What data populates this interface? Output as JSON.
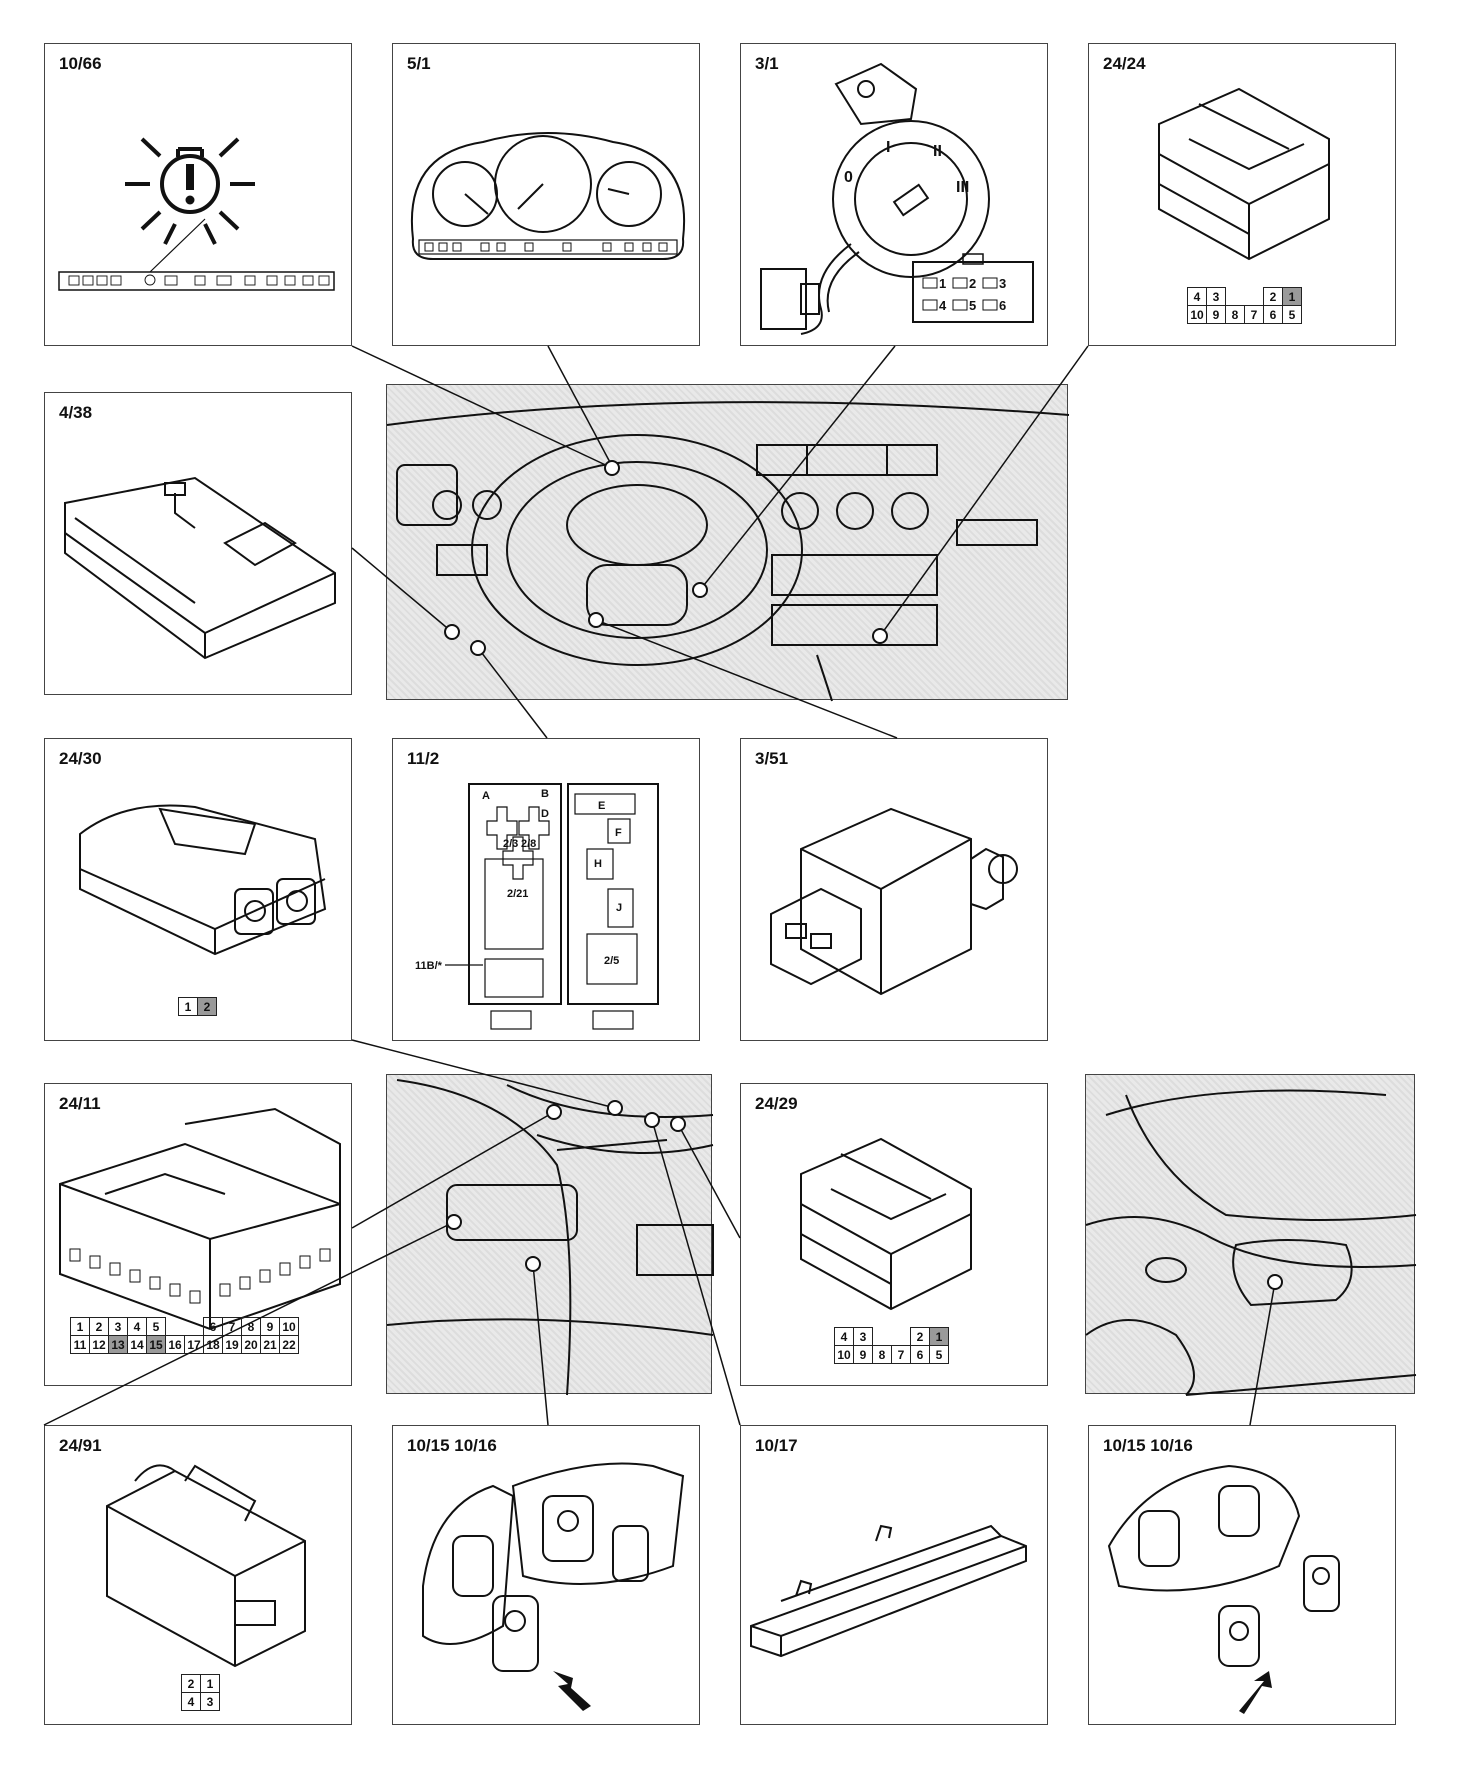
{
  "panels": {
    "p1066": "10/66",
    "p51": "5/1",
    "p31": "3/1",
    "p2424": "24/24",
    "p438": "4/38",
    "p2430": "24/30",
    "p112": "11/2",
    "p351": "3/51",
    "p2411": "24/11",
    "p2429": "24/29",
    "p2491": "24/91",
    "p1015a": "10/15 10/16",
    "p1017": "10/17",
    "p1015b": "10/15 10/16"
  },
  "ignition_pins": [
    "1",
    "2",
    "3",
    "4",
    "5",
    "6"
  ],
  "ignition_positions": [
    "0",
    "I",
    "II",
    "III"
  ],
  "fusebox_labels": {
    "a": "A",
    "b": "B",
    "d": "D",
    "e": "E",
    "f": "F",
    "h": "H",
    "j": "J",
    "r1": "2/3",
    "r2": "2/8",
    "r3": "2/21",
    "r4": "2/5",
    "callout": "11B/*"
  },
  "pin_grids": {
    "c2424": [
      [
        "4",
        "3",
        "",
        "",
        "2",
        "1"
      ],
      [
        "10",
        "9",
        "8",
        "7",
        "6",
        "5"
      ]
    ],
    "c2429": [
      [
        "4",
        "3",
        "",
        "",
        "2",
        "1"
      ],
      [
        "10",
        "9",
        "8",
        "7",
        "6",
        "5"
      ]
    ],
    "c2430": [
      [
        "1",
        "2"
      ]
    ],
    "c2491": [
      [
        "2",
        "1"
      ],
      [
        "4",
        "3"
      ]
    ],
    "c2411": [
      [
        "1",
        "2",
        "3",
        "4",
        "5",
        "",
        "",
        "6",
        "7",
        "8",
        "9",
        "10"
      ],
      [
        "11",
        "12",
        "13",
        "14",
        "15",
        "16",
        "17",
        "18",
        "19",
        "20",
        "21",
        "22"
      ]
    ]
  },
  "colors": {
    "line": "#111111",
    "shade": "#9a9a9a",
    "photo": "#e9e9e9"
  }
}
